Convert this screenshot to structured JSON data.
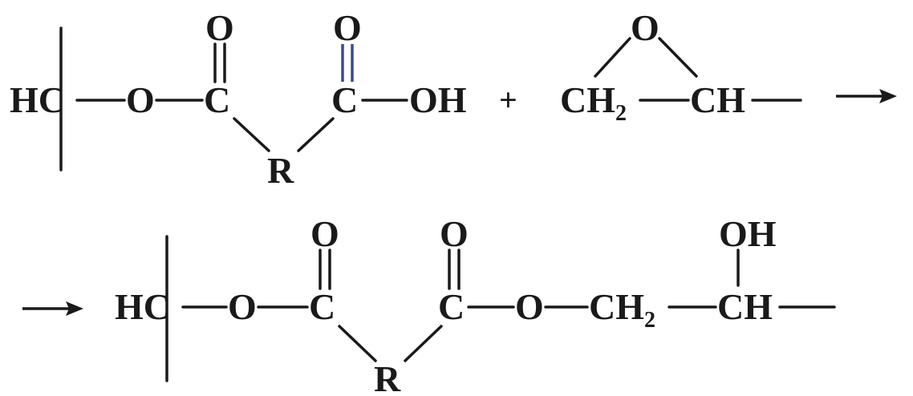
{
  "reaction": {
    "row1": {
      "hc": "HC",
      "o1": "O",
      "c1": "C",
      "o_top1": "O",
      "r": "R",
      "c2": "C",
      "o_top2": "O",
      "oh": "OH",
      "plus": "+",
      "ch2_main": "CH",
      "ch2_sub": "2",
      "epoxide_o": "O",
      "ch": "CH"
    },
    "row2": {
      "hc": "HC",
      "o1": "O",
      "c1": "C",
      "o_top1": "O",
      "r": "R",
      "c2": "C",
      "o_top2": "O",
      "o2": "O",
      "ch2_main": "CH",
      "ch2_sub": "2",
      "ch": "CH",
      "oh": "OH"
    }
  }
}
